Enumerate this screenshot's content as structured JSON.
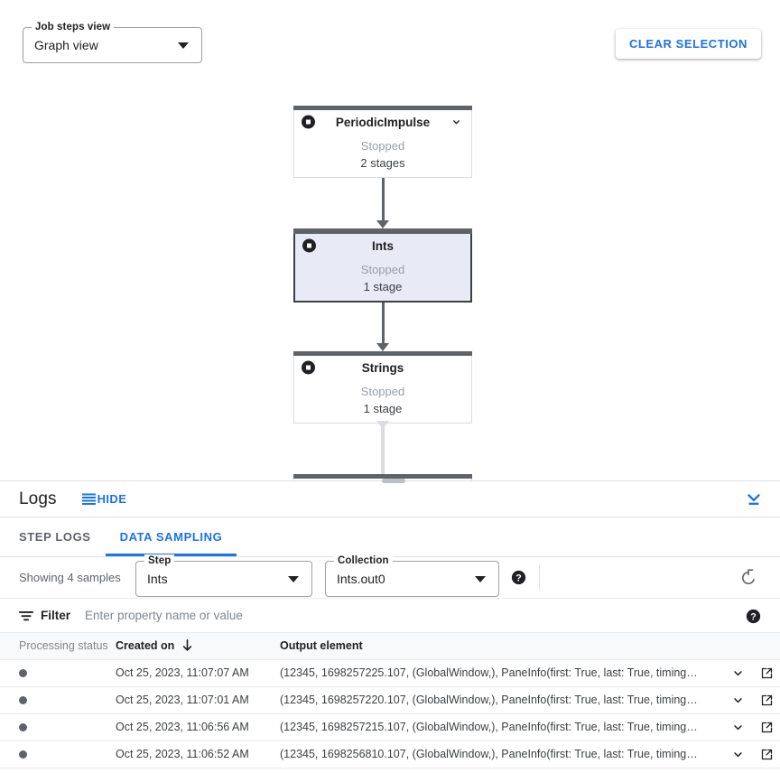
{
  "toolbar": {
    "job_steps_view": {
      "label": "Job steps view",
      "value": "Graph view"
    },
    "clear_selection_label": "CLEAR SELECTION"
  },
  "graph": {
    "nodes": [
      {
        "name": "PeriodicImpulse",
        "status": "Stopped",
        "stages": "2 stages",
        "selected": false,
        "has_chevron": true
      },
      {
        "name": "Ints",
        "status": "Stopped",
        "stages": "1 stage",
        "selected": true,
        "has_chevron": false
      },
      {
        "name": "Strings",
        "status": "Stopped",
        "stages": "1 stage",
        "selected": false,
        "has_chevron": false
      }
    ]
  },
  "logs": {
    "title": "Logs",
    "hide_label": "HIDE",
    "tabs": [
      {
        "id": "step-logs",
        "label": "STEP LOGS",
        "active": false
      },
      {
        "id": "data-sampling",
        "label": "DATA SAMPLING",
        "active": true
      }
    ]
  },
  "sampling": {
    "showing_text": "Showing 4 samples",
    "step": {
      "label": "Step",
      "value": "Ints"
    },
    "collection": {
      "label": "Collection",
      "value": "Ints.out0"
    }
  },
  "filter": {
    "label": "Filter",
    "placeholder": "Enter property name or value",
    "value": ""
  },
  "table": {
    "columns": [
      "Processing status",
      "Created on",
      "Output element"
    ],
    "sorted_column": "Created on",
    "sort_direction": "desc",
    "rows": [
      {
        "created_on": "Oct 25, 2023, 11:07:07 AM",
        "output_element": "(12345, 1698257225.107, (GlobalWindow,), PaneInfo(first: True, last: True, timing…"
      },
      {
        "created_on": "Oct 25, 2023, 11:07:01 AM",
        "output_element": "(12345, 1698257220.107, (GlobalWindow,), PaneInfo(first: True, last: True, timing…"
      },
      {
        "created_on": "Oct 25, 2023, 11:06:56 AM",
        "output_element": "(12345, 1698257215.107, (GlobalWindow,), PaneInfo(first: True, last: True, timing…"
      },
      {
        "created_on": "Oct 25, 2023, 11:06:52 AM",
        "output_element": "(12345, 1698256810.107, (GlobalWindow,), PaneInfo(first: True, last: True, timing…"
      }
    ]
  },
  "colors": {
    "accent_blue": "#1a73e8",
    "node_bar": "#5f6368",
    "selected_node_bg": "#e8eaf6",
    "selected_node_border": "#3c4043",
    "muted_text": "#5f6368"
  }
}
